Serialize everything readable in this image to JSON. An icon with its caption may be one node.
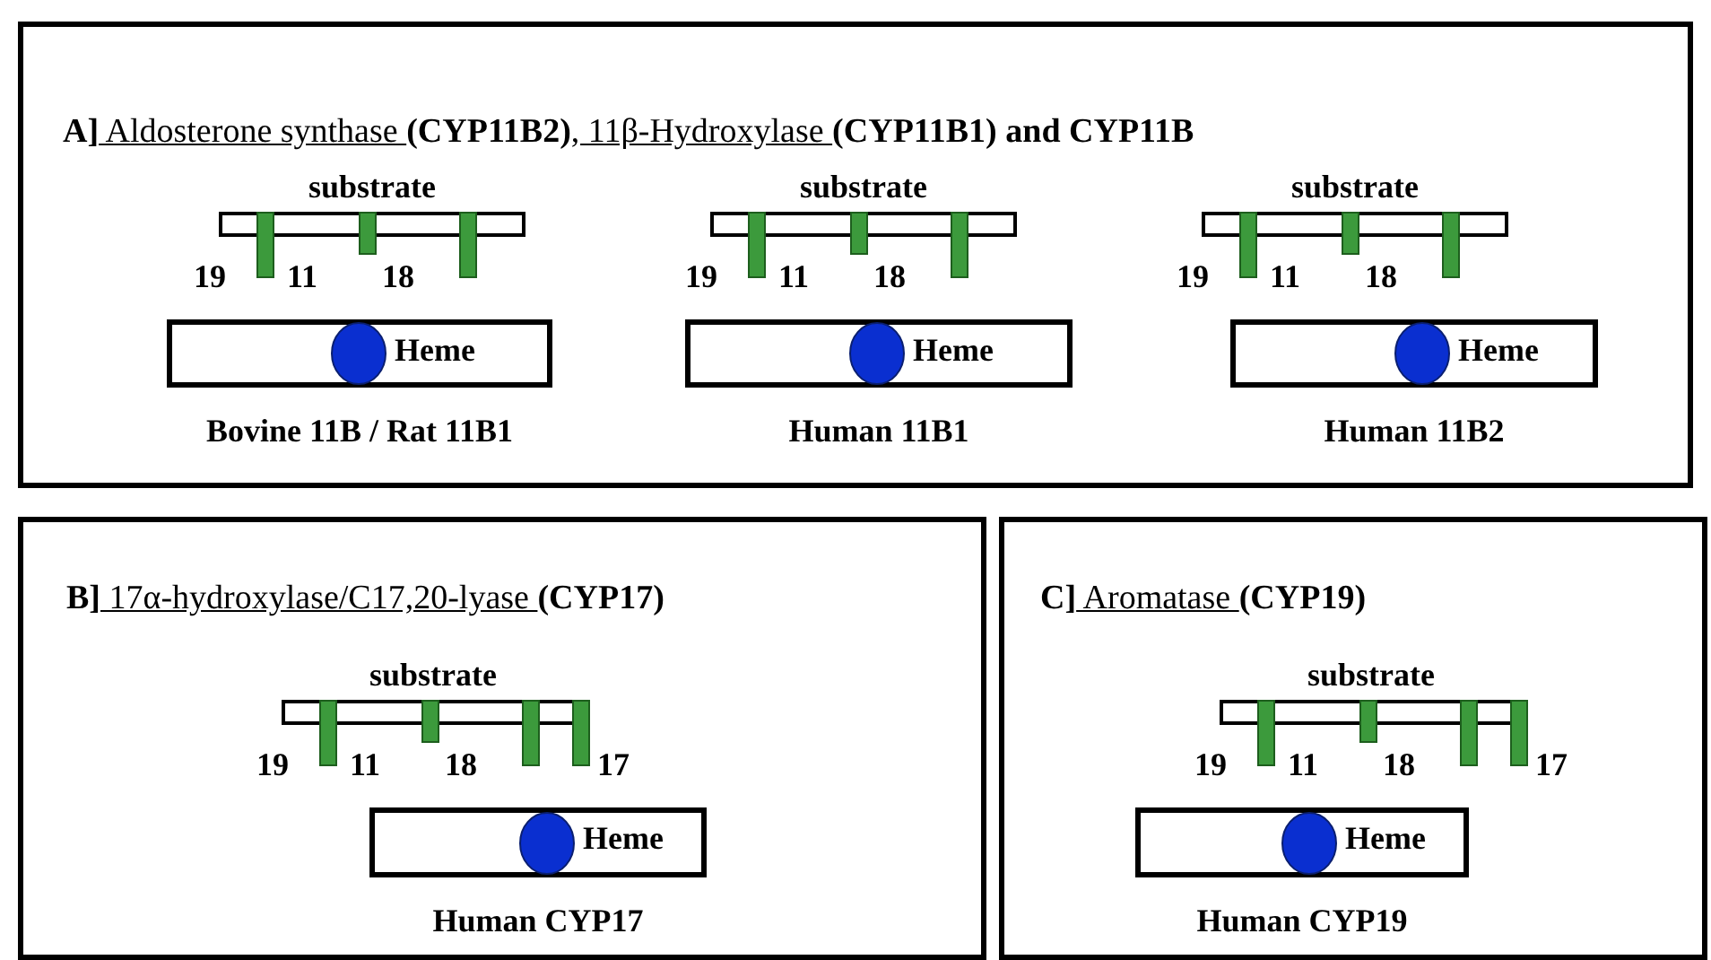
{
  "diagram": {
    "nodes": [
      {
        "text": [
          "**A]** Aldosterone synthase **(CYP11B2)**, 11β-Hydroxylase **(CYP11B1)  and CYP11B**"
        ]
      },
      {
        "text": [
          "substrate"
        ],
        "in": 0
      },
      {
        "text": [
          "substrate"
        ],
        "in": 0
      },
      {
        "text": [
          "substrate"
        ],
        "in": 0
      },
      {
        "text": [
          "Heme"
        ],
        "in": 0,
        "beside": [
          "Bovine 11B / Rat 11B1"
        ]
      },
      {
        "text": [
          "Heme"
        ],
        "in": 0,
        "beside": [
          "Human 11B1"
        ]
      },
      {
        "text": [
          "Heme"
        ],
        "in": 0,
        "beside": [
          "Human 11B2"
        ]
      },
      {
        "text": [
          "**B]** 17α-hydroxylase/C17,20-lyase **(CYP17)**"
        ]
      },
      {
        "text": [
          "substrate"
        ],
        "in": 7
      },
      {
        "text": [
          "Heme"
        ],
        "in": 7,
        "beside": [
          "Human CYP17"
        ]
      },
      {
        "text": [
          "**C]** Aromatase **(CYP19)**"
        ]
      },
      {
        "text": [
          "substrate"
        ],
        "in": 10
      },
      {
        "text": [
          "Heme"
        ],
        "in": 10,
        "beside": [
          "Human CYP19"
        ]
      }
    ],
    "labels": [
      "19",
      "11",
      "18",
      "19",
      "11",
      "18",
      "19",
      "11",
      "18",
      "19",
      "11",
      "18",
      "17",
      "19",
      "11",
      "18",
      "17"
    ]
  }
}
